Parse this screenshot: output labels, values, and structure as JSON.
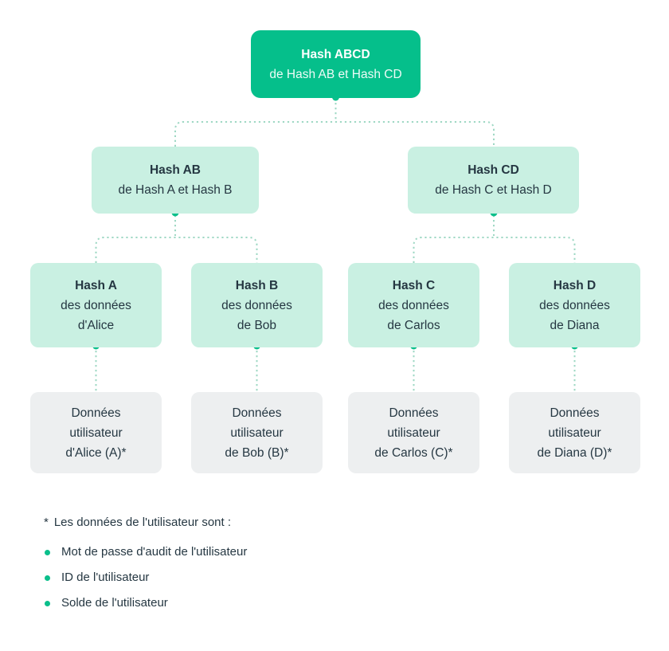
{
  "palette": {
    "green": "#05BF8B",
    "mint": "#C9F0E2",
    "gray_box": "#EDEFF0",
    "text_dark": "#253742",
    "text_on_green": "#FFFFFF",
    "connector_line": "#9FD8C4",
    "connector_dot": "#0BBF8B",
    "background": "#FFFFFF"
  },
  "tree": {
    "root": {
      "title": "Hash ABCD",
      "subtitle": "de Hash AB et Hash CD"
    },
    "level2": [
      {
        "title": "Hash AB",
        "subtitle": "de Hash A et Hash B"
      },
      {
        "title": "Hash CD",
        "subtitle": "de Hash C et Hash D"
      }
    ],
    "level3": [
      {
        "title": "Hash A",
        "subtitle": "des données\nd'Alice"
      },
      {
        "title": "Hash B",
        "subtitle": "des données\nde Bob"
      },
      {
        "title": "Hash C",
        "subtitle": "des données\nde Carlos"
      },
      {
        "title": "Hash D",
        "subtitle": "des données\nde Diana"
      }
    ],
    "level4": [
      {
        "label": "Données\nutilisateur\nd'Alice (A)*"
      },
      {
        "label": "Données\nutilisateur\nde Bob (B)*"
      },
      {
        "label": "Données\nutilisateur\nde Carlos (C)*"
      },
      {
        "label": "Données\nutilisateur\nde Diana (D)*"
      }
    ]
  },
  "footnote": {
    "marker": "*",
    "heading": "Les données de l'utilisateur sont :",
    "items": [
      "Mot de passe d'audit de l'utilisateur",
      "ID de l'utilisateur",
      "Solde de l'utilisateur"
    ]
  }
}
